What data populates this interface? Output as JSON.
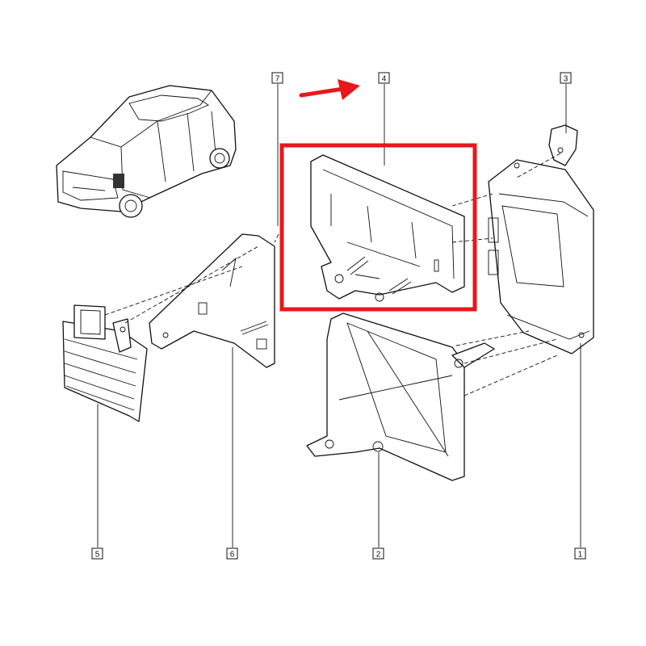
{
  "diagram": {
    "callouts": [
      {
        "id": "1",
        "label": "1"
      },
      {
        "id": "2",
        "label": "2"
      },
      {
        "id": "3",
        "label": "3"
      },
      {
        "id": "4",
        "label": "4"
      },
      {
        "id": "5",
        "label": "5"
      },
      {
        "id": "6",
        "label": "6"
      },
      {
        "id": "7",
        "label": "7"
      }
    ],
    "highlight": {
      "color": "#e8171b",
      "target_callout": "4"
    },
    "arrow": {
      "color": "#e8171b",
      "points_to_callout": "4"
    },
    "line_color": "#111111"
  }
}
